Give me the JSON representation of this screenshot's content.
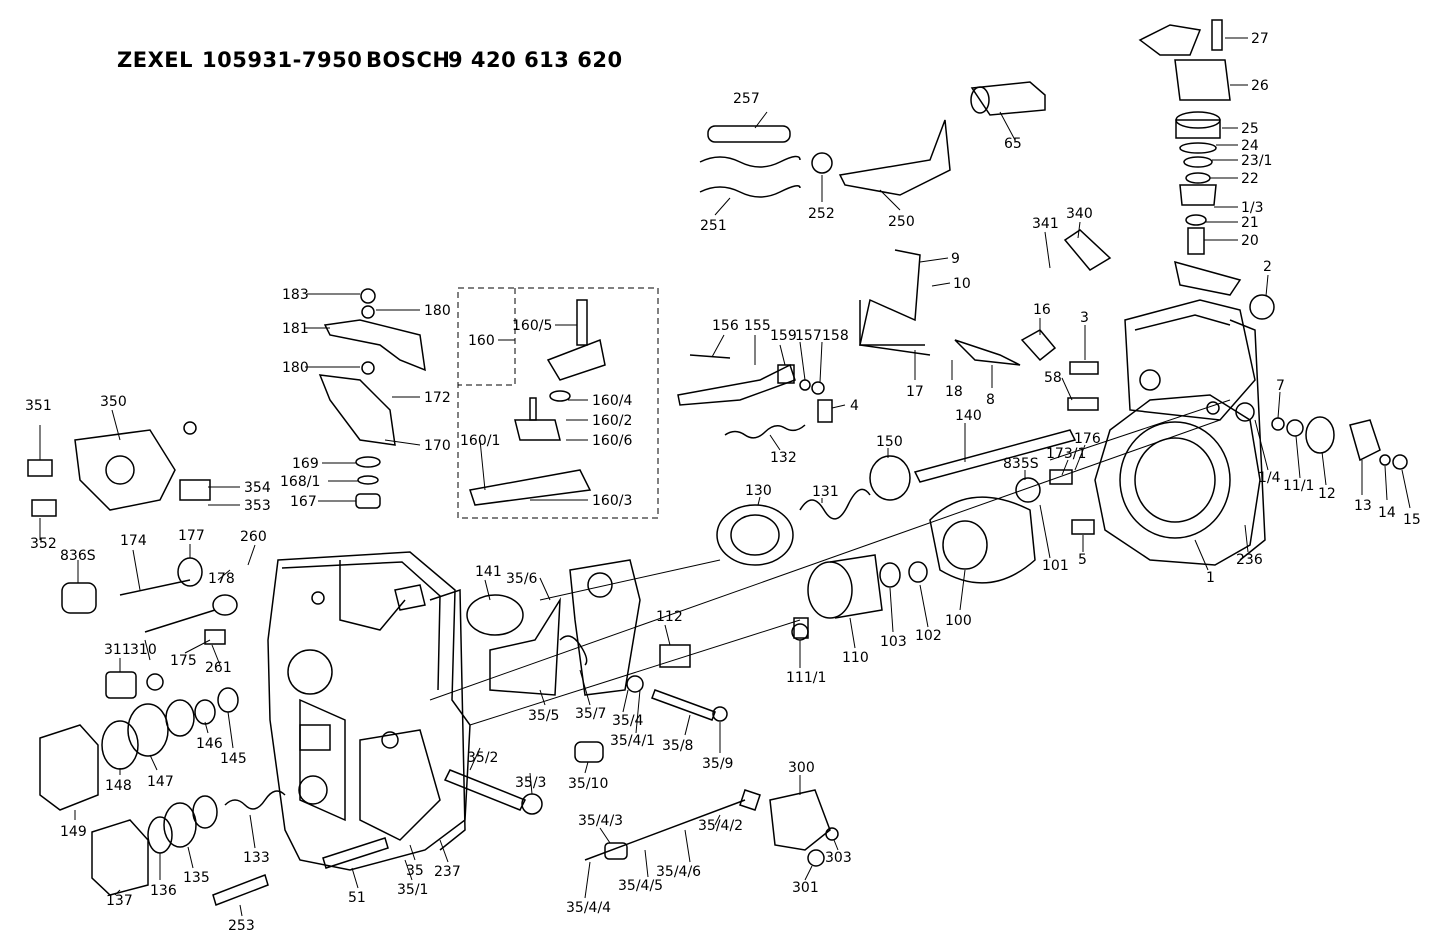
{
  "header": {
    "brand1": "ZEXEL",
    "code1": "105931-7950",
    "brand2": "BOSCH",
    "code2": "9 420 613 620"
  },
  "labels": {
    "l27": "27",
    "l26": "26",
    "l25": "25",
    "l24": "24",
    "l23_1": "23/1",
    "l22": "22",
    "l1_3": "1/3",
    "l21": "21",
    "l20": "20",
    "l2": "2",
    "l65": "65",
    "l257": "257",
    "l251": "251",
    "l252": "252",
    "l250": "250",
    "l341": "341",
    "l340": "340",
    "l9": "9",
    "l10": "10",
    "l16": "16",
    "l3": "3",
    "l17": "17",
    "l18": "18",
    "l8": "8",
    "l58": "58",
    "l7": "7",
    "l1_4": "1/4",
    "l11_1": "11/1",
    "l12": "12",
    "l13": "13",
    "l14": "14",
    "l15": "15",
    "l183": "183",
    "l180a": "180",
    "l181": "181",
    "l180b": "180",
    "l172": "172",
    "l170": "170",
    "l169": "169",
    "l168_1": "168/1",
    "l167": "167",
    "l160": "160",
    "l160_5": "160/5",
    "l160_4": "160/4",
    "l160_2": "160/2",
    "l160_6": "160/6",
    "l160_1": "160/1",
    "l160_3": "160/3",
    "l156": "156",
    "l155": "155",
    "l159": "159",
    "l157": "157",
    "l158": "158",
    "l4": "4",
    "l132": "132",
    "l140": "140",
    "l150": "150",
    "l131": "131",
    "l130": "130",
    "l176": "176",
    "l173_1": "173/1",
    "l835S": "835S",
    "l101": "101",
    "l5": "5",
    "l1": "1",
    "l236": "236",
    "l351": "351",
    "l350": "350",
    "l354": "354",
    "l353": "353",
    "l352": "352",
    "l836S": "836S",
    "l174": "174",
    "l177": "177",
    "l178": "178",
    "l260": "260",
    "l310": "310",
    "l175": "175",
    "l261": "261",
    "l311": "311",
    "l141": "141",
    "l35_6": "35/6",
    "l112": "112",
    "l111_1": "111/1",
    "l110": "110",
    "l103": "103",
    "l102": "102",
    "l100": "100",
    "l35_5": "35/5",
    "l35_7": "35/7",
    "l35_4": "35/4",
    "l35_4_1": "35/4/1",
    "l35_8": "35/8",
    "l35_9": "35/9",
    "l35_10": "35/10",
    "l149": "149",
    "l148": "148",
    "l147": "147",
    "l146": "146",
    "l145": "145",
    "l35_2": "35/2",
    "l35_3": "35/3",
    "l133": "133",
    "l137": "137",
    "l136": "136",
    "l135": "135",
    "l35": "35",
    "l35_1": "35/1",
    "l237": "237",
    "l51": "51",
    "l253": "253",
    "l300": "300",
    "l35_4_3": "35/4/3",
    "l35_4_2": "35/4/2",
    "l35_4_6": "35/4/6",
    "l35_4_5": "35/4/5",
    "l35_4_4": "35/4/4",
    "l301": "301",
    "l303": "303"
  }
}
